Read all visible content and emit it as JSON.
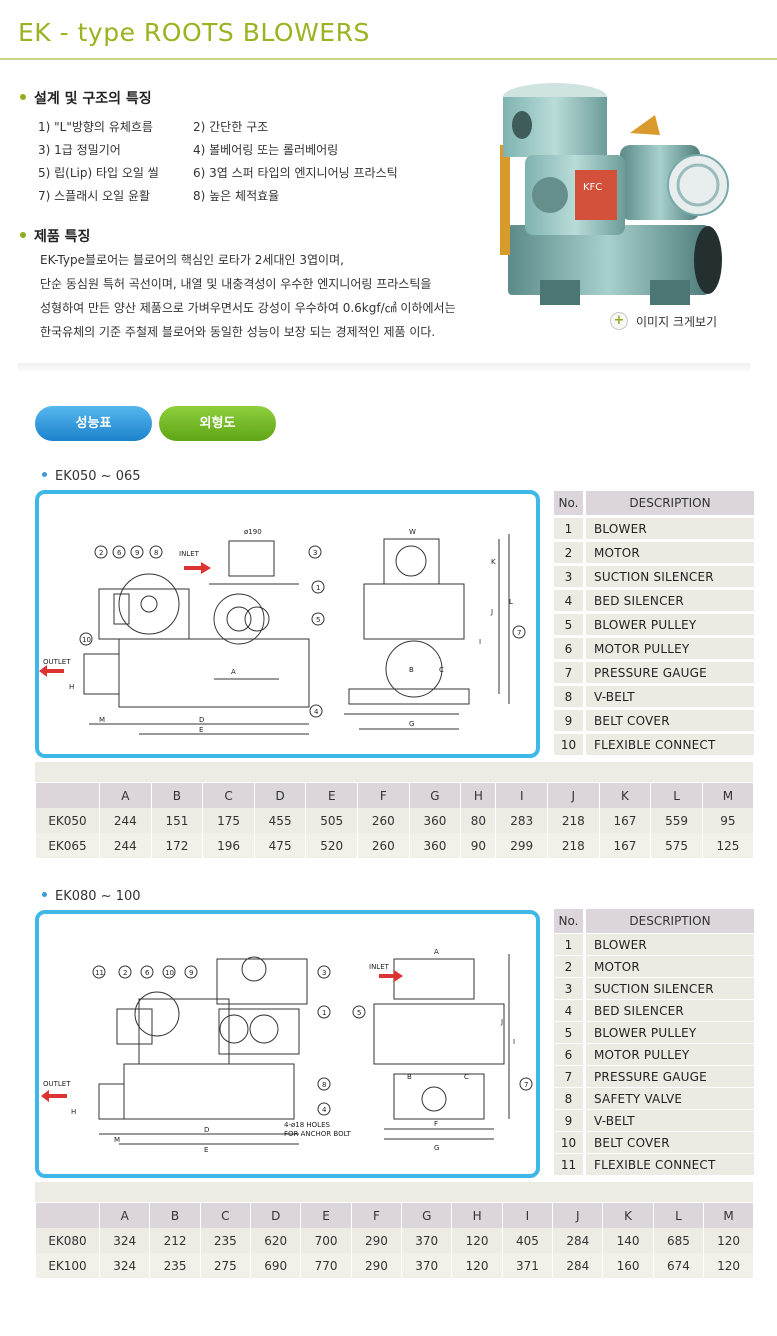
{
  "title": "EK - type ROOTS BLOWERS",
  "design": {
    "heading": "설계 및 구조의 특징",
    "items": [
      "1) \"L\"방향의 유체흐름",
      "2) 간단한 구조",
      "3) 1급 정밀기어",
      "4) 볼베어링 또는 롤러베어링",
      "5) 립(Lip) 타입 오일 씰",
      "6) 3엽 스퍼 타입의 엔지니어닝 프라스틱",
      "7) 스플래시 오일 윤활",
      "8) 높은 체적효율"
    ]
  },
  "product": {
    "heading": "제품 특징",
    "lines": [
      "EK-Type블로어는 블로어의 핵심인 로타가 2세대인 3엽이며,",
      "단순 동심원 특허 곡선이며, 내열 및 내충격성이 우수한 엔지니어링 프라스틱을",
      "성형하여 만든 양산 제품으로 가벼우면서도 강성이 우수하여 0.6kgf/㎠ 이하에서는",
      "한국유체의 기준 주철제 블로어와 동일한 성능이 보장 되는 경제적인 제품 이다."
    ]
  },
  "enlarge_label": "이미지 크게보기",
  "tabs": {
    "performance": "성능표",
    "outline": "외형도"
  },
  "section1": {
    "title": "EK050 ~ 065",
    "drawing_labels": {
      "inlet": "INLET",
      "outlet": "OUTLET",
      "dia": "ø190",
      "callouts": [
        "2",
        "6",
        "9",
        "8",
        "3",
        "1",
        "5",
        "10",
        "4",
        "7"
      ],
      "dims": [
        "A",
        "B",
        "C",
        "D",
        "E",
        "M",
        "H",
        "I",
        "J",
        "K",
        "L",
        "G",
        "W"
      ]
    },
    "parts_header": {
      "no": "No.",
      "desc": "DESCRIPTION"
    },
    "parts": [
      {
        "no": "1",
        "desc": "BLOWER"
      },
      {
        "no": "2",
        "desc": "MOTOR"
      },
      {
        "no": "3",
        "desc": "SUCTION SILENCER"
      },
      {
        "no": "4",
        "desc": "BED SILENCER"
      },
      {
        "no": "5",
        "desc": "BLOWER PULLEY"
      },
      {
        "no": "6",
        "desc": "MOTOR PULLEY"
      },
      {
        "no": "7",
        "desc": "PRESSURE GAUGE"
      },
      {
        "no": "8",
        "desc": "V-BELT"
      },
      {
        "no": "9",
        "desc": "BELT COVER"
      },
      {
        "no": "10",
        "desc": "FLEXIBLE CONNECT"
      }
    ],
    "spec_header": [
      "",
      "A",
      "B",
      "C",
      "D",
      "E",
      "F",
      "G",
      "H",
      "I",
      "J",
      "K",
      "L",
      "M"
    ],
    "spec_rows": [
      [
        "EK050",
        "244",
        "151",
        "175",
        "455",
        "505",
        "260",
        "360",
        "80",
        "283",
        "218",
        "167",
        "559",
        "95"
      ],
      [
        "EK065",
        "244",
        "172",
        "196",
        "475",
        "520",
        "260",
        "360",
        "90",
        "299",
        "218",
        "167",
        "575",
        "125"
      ]
    ]
  },
  "section2": {
    "title": "EK080 ~ 100",
    "drawing_labels": {
      "inlet": "INLET",
      "outlet": "OUTLET",
      "holes": "4-ø18 HOLES",
      "bolt": "FOR ANCHOR BOLT",
      "callouts": [
        "11",
        "2",
        "6",
        "10",
        "9",
        "3",
        "1",
        "8",
        "4",
        "5",
        "7"
      ],
      "dims": [
        "D",
        "E",
        "M",
        "H",
        "F",
        "G",
        "A",
        "B",
        "C",
        "I",
        "J"
      ]
    },
    "parts_header": {
      "no": "No.",
      "desc": "DESCRIPTION"
    },
    "parts": [
      {
        "no": "1",
        "desc": "BLOWER"
      },
      {
        "no": "2",
        "desc": "MOTOR"
      },
      {
        "no": "3",
        "desc": "SUCTION SILENCER"
      },
      {
        "no": "4",
        "desc": "BED SILENCER"
      },
      {
        "no": "5",
        "desc": "BLOWER PULLEY"
      },
      {
        "no": "6",
        "desc": "MOTOR PULLEY"
      },
      {
        "no": "7",
        "desc": "PRESSURE GAUGE"
      },
      {
        "no": "8",
        "desc": "SAFETY VALVE"
      },
      {
        "no": "9",
        "desc": "V-BELT"
      },
      {
        "no": "10",
        "desc": "BELT COVER"
      },
      {
        "no": "11",
        "desc": "FLEXIBLE CONNECT"
      }
    ],
    "spec_header": [
      "",
      "A",
      "B",
      "C",
      "D",
      "E",
      "F",
      "G",
      "H",
      "I",
      "J",
      "K",
      "L",
      "M"
    ],
    "spec_rows": [
      [
        "EK080",
        "324",
        "212",
        "235",
        "620",
        "700",
        "290",
        "370",
        "120",
        "405",
        "284",
        "140",
        "685",
        "120"
      ],
      [
        "EK100",
        "324",
        "235",
        "275",
        "690",
        "770",
        "290",
        "370",
        "120",
        "371",
        "284",
        "160",
        "674",
        "120"
      ]
    ]
  }
}
